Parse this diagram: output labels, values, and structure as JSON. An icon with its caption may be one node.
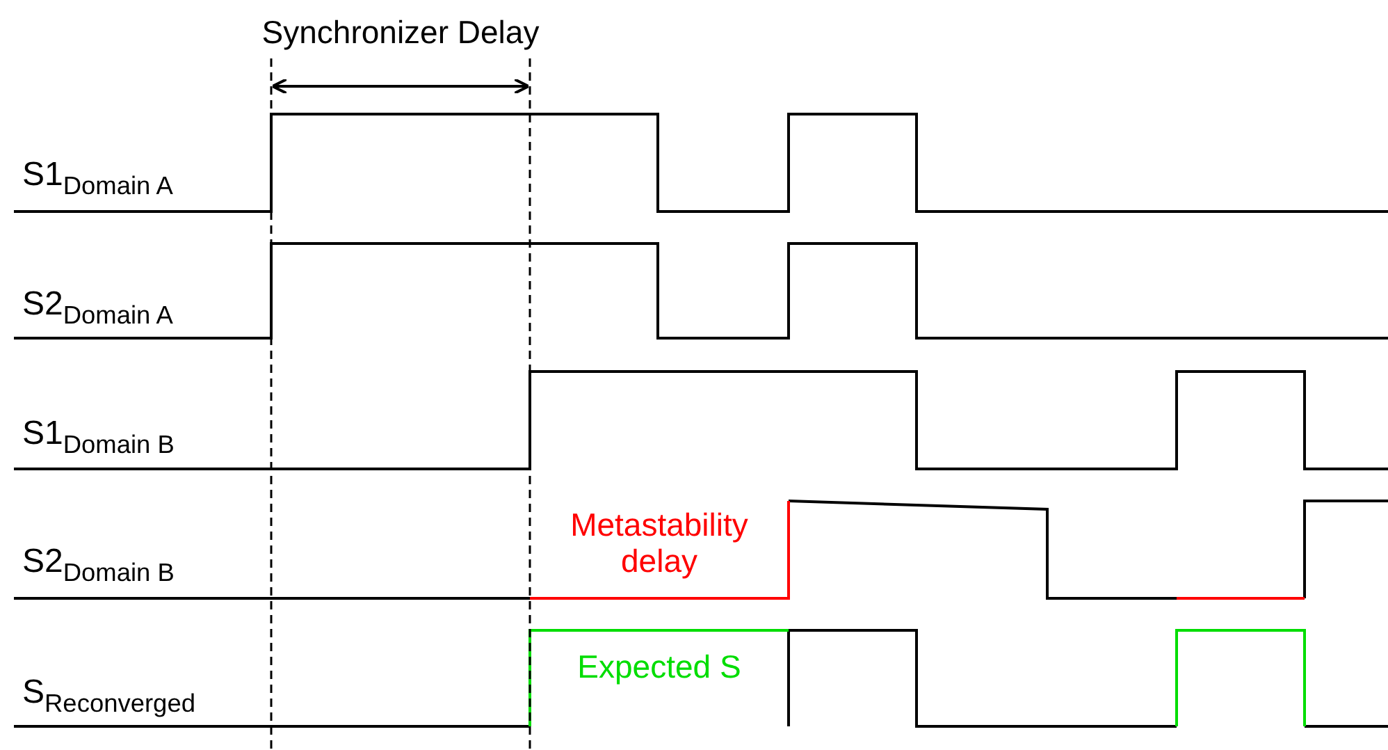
{
  "diagram": {
    "labels": [
      "Synchronizer Delay",
      "S1$_{Domain A}$",
      "S2$_{Domain A}$",
      "S1$_{Domain B}$",
      "Metastability delay",
      "S2$_{Domain B}$",
      "Expected S",
      "S$_{Reconverged}$"
    ]
  }
}
